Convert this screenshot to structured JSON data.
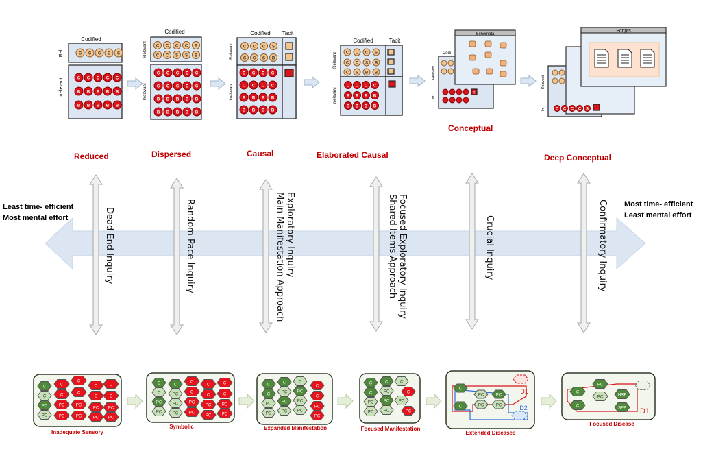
{
  "stages": {
    "reduced": "Reduced",
    "dispersed": "Dispersed",
    "causal": "Causal",
    "elaborated_causal": "Elaborated Causal",
    "conceptual": "Conceptual",
    "deep_conceptual": "Deep Conceptual"
  },
  "left_end": {
    "line1": "Least time- efficient",
    "line2": "Most mental effort"
  },
  "right_end": {
    "line1": "Most time- efficient",
    "line2": "Least mental effort"
  },
  "inquiries": {
    "dead_end": "Dead End Inquiry",
    "random_pace": "Random Pace Inquiry",
    "exploratory_l1": "Exploratory Inquiry",
    "exploratory_l2": "Main Manifestation Approach",
    "focused_l1": "Focused Exploratory Inquiry",
    "focused_l2": "Shared Items Approach",
    "crucial": "Crucial Inquiry",
    "confirmatory": "Confirmatory Inquiry"
  },
  "box_labels": {
    "codified": "Codified",
    "tacit": "Tacit",
    "rel": "Rel",
    "relevant": "Relevant",
    "irrelevant": "Irrelevant",
    "irr": "Irr",
    "schemata": "Schemata",
    "scripts": "Scripts",
    "c": "C",
    "s": "S",
    "b": "B",
    "codi": "Codi",
    "t": "T"
  },
  "hex_labels": {
    "c": "C",
    "pc": "PC",
    "hrf": "HRF",
    "sef": "SEF",
    "d1": "D1",
    "d2": "D2"
  },
  "captions": {
    "inadequate": "Inadequate Sensory",
    "symbolic": "Symbolic",
    "expanded": "Expanded Manifestation",
    "focused_manifestation": "Focused Manifestation",
    "extended": "Extended Diseases",
    "focused_disease": "Focused Disease"
  },
  "colors": {
    "red": "#c00000",
    "axis_blue": "#dce6f2",
    "box_blue": "#dce6f2",
    "circle_tan": "#f2c48f",
    "dark_green": "#4e8a3a",
    "light_green": "#c8e0b8",
    "hex_red": "#e8131c"
  }
}
